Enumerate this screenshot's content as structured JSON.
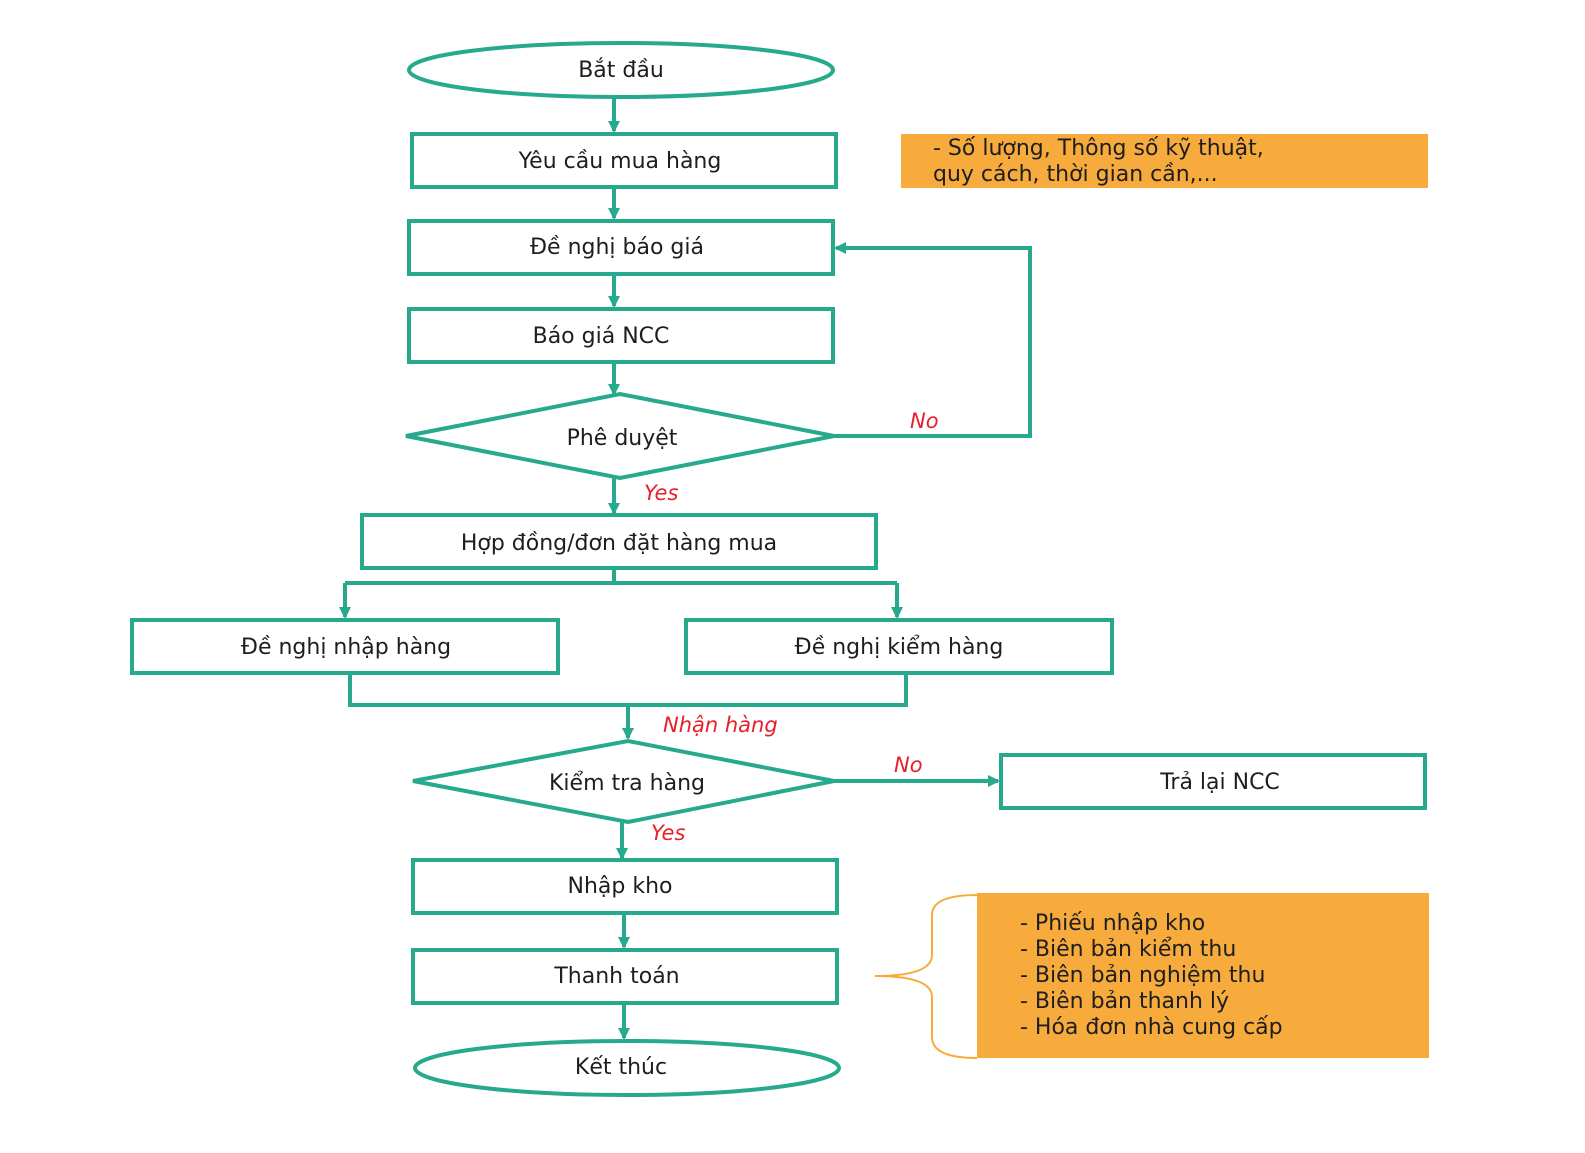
{
  "colors": {
    "stroke": "#26a98d",
    "label": "#e8202a",
    "note_fill": "#f7ab3d",
    "text": "#1e1e1e"
  },
  "nodes": {
    "start": "Bắt đầu",
    "purchase_request": "Yêu cầu mua hàng",
    "quote_request": "Đề nghị báo giá",
    "supplier_quote": "Báo giá NCC",
    "approval": "Phê duyệt",
    "purchase_order": "Hợp đồng/đơn đặt hàng mua",
    "receipt_request": "Đề nghị nhập hàng",
    "inspection_request": "Đề nghị kiểm hàng",
    "inspect_goods": "Kiểm tra hàng",
    "return_supplier": "Trả lại NCC",
    "warehouse_entry": "Nhập kho",
    "payment": "Thanh toán",
    "end": "Kết thúc"
  },
  "edge_labels": {
    "approval_no": "No",
    "approval_yes": "Yes",
    "receive_goods": "Nhận hàng",
    "inspect_no": "No",
    "inspect_yes": "Yes"
  },
  "notes": {
    "request_details": [
      "- Số lượng, Thông số kỹ thuật,",
      "quy cách, thời gian cần,..."
    ],
    "documents": [
      "- Phiếu nhập kho",
      "- Biên bản kiểm thu",
      "- Biên bản nghiệm thu",
      "- Biên bản thanh lý",
      "- Hóa đơn nhà cung cấp"
    ]
  }
}
